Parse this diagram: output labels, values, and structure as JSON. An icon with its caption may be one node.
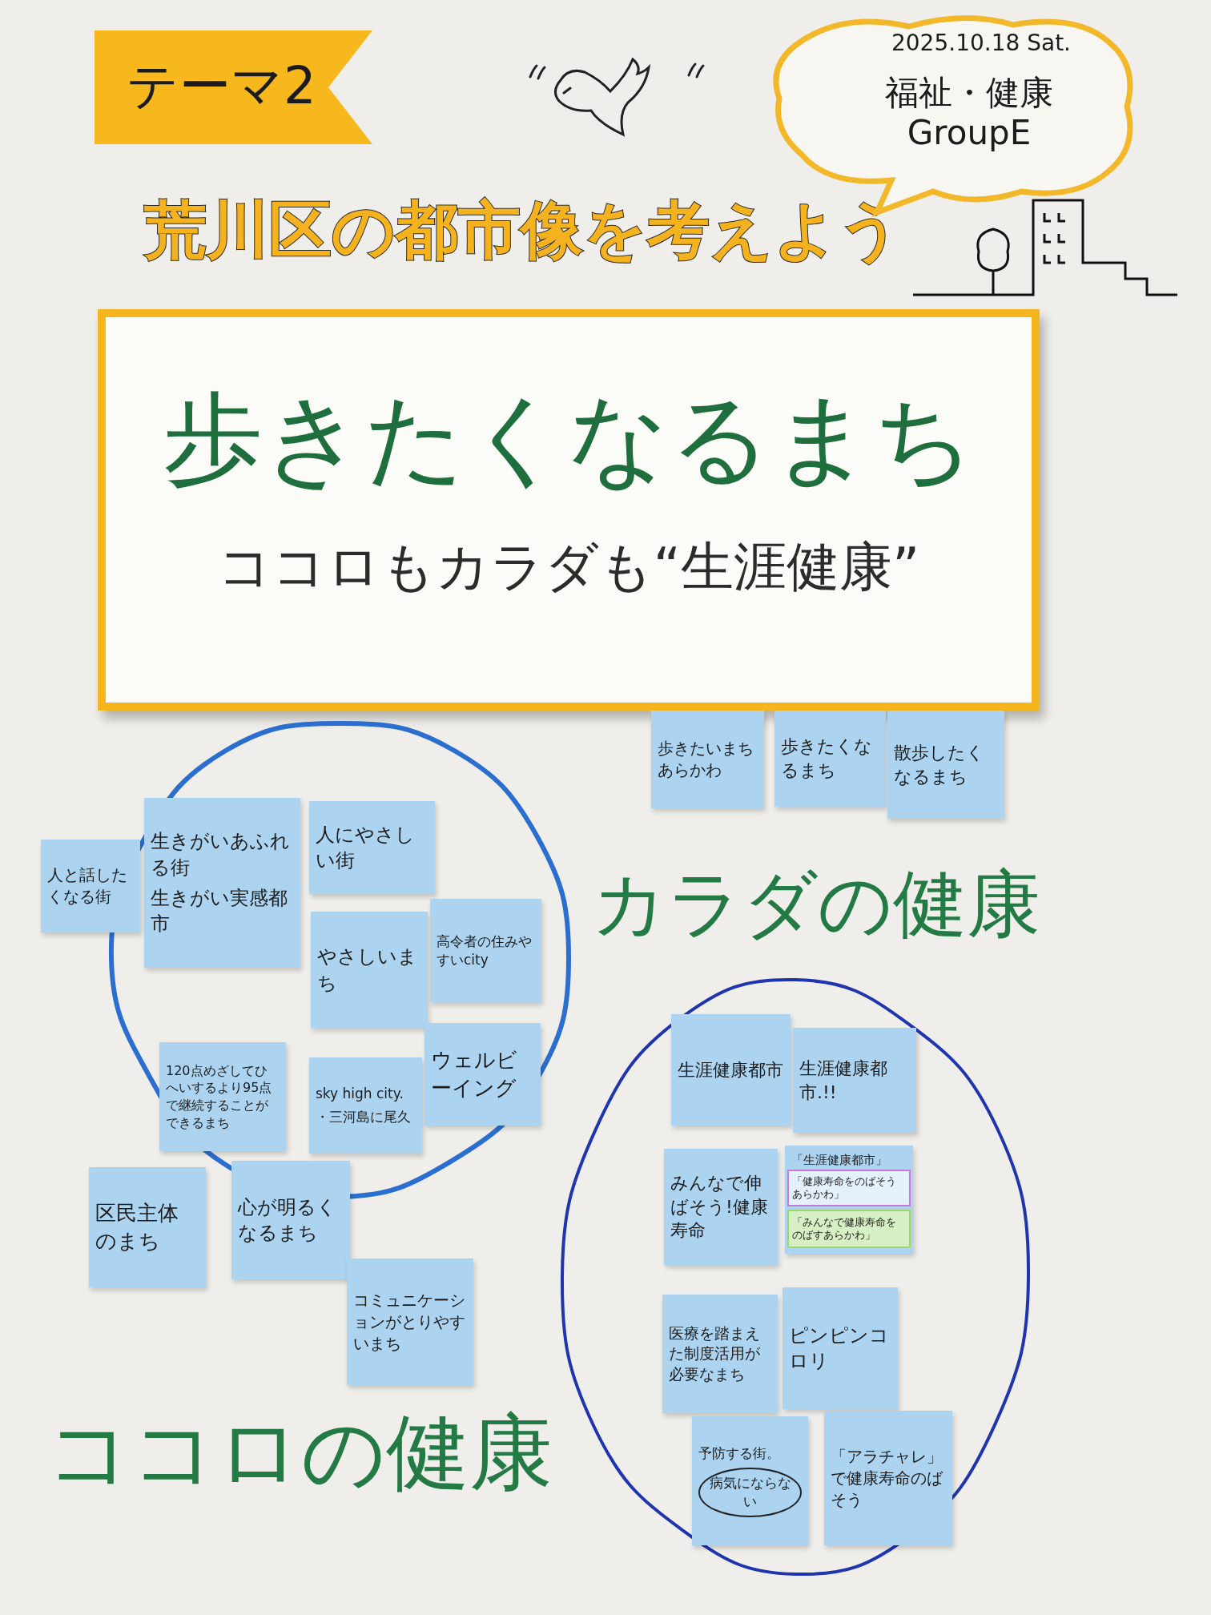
{
  "diagram": {
    "title": "荒川区の都市像を考えよう",
    "nodes": [
      {
        "text": [
          "テーマ2"
        ]
      },
      {
        "text": [
          "2025.10.18 Sat.",
          "福祉・健康 GroupE"
        ]
      },
      {
        "text": [
          "歩きたくなるまち",
          "ココロもカラダも“生涯健康”"
        ]
      },
      {
        "text": [],
        "shape": "circle"
      },
      {
        "text": [
          "人と話したくなる街"
        ]
      },
      {
        "text": [
          "生きがいあふれる街",
          "生きがい実感都市"
        ],
        "in": 3
      },
      {
        "text": [
          "人にやさしい街"
        ],
        "in": 3
      },
      {
        "text": [
          "やさしいまち"
        ],
        "in": 3
      },
      {
        "text": [
          "高令者の住みやすいcity"
        ],
        "in": 3
      },
      {
        "text": [
          "120点めざしてひへいするより95点で継続することができるまち"
        ],
        "in": 3
      },
      {
        "text": [
          "sky high city.",
          "・三河島に尾久"
        ],
        "in": 3
      },
      {
        "text": [
          "ウェルビーイング"
        ],
        "in": 3
      },
      {
        "text": [
          "区民主体のまち"
        ]
      },
      {
        "text": [
          "心が明るくなるまち"
        ]
      },
      {
        "text": [
          "コミュニケーションがとりやすいまち"
        ]
      },
      {
        "text": [
          "歩きたいまちあらかわ"
        ]
      },
      {
        "text": [
          "歩きたくなるまち"
        ]
      },
      {
        "text": [
          "散歩したくなるまち"
        ]
      },
      {
        "text": [],
        "shape": "circle"
      },
      {
        "text": [
          "生涯健康都市"
        ],
        "in": 18
      },
      {
        "text": [
          "生涯健康都市.!!"
        ],
        "in": 18
      },
      {
        "text": [
          "みんなで伸ばそう!健康寿命"
        ],
        "in": 18
      },
      {
        "text": [
          "「生涯健康都市」"
        ],
        "in": 18
      },
      {
        "text": [
          "「健康寿命をのばそうあらかわ」"
        ],
        "in": 22
      },
      {
        "text": [
          "「みんなで健康寿命をのばすあらかわ」"
        ],
        "in": 22
      },
      {
        "text": [
          "医療を踏まえた制度活用が必要なまち"
        ],
        "in": 18
      },
      {
        "text": [
          "ピンピンコロリ"
        ],
        "in": 18
      },
      {
        "text": [
          "予防する街。",
          "病気にならない"
        ],
        "in": 18
      },
      {
        "text": [
          "「アラチャレ」で健康寿命のばそう"
        ],
        "in": 18
      }
    ],
    "labels": [
      "カラダの健康",
      "ココロの健康"
    ]
  }
}
